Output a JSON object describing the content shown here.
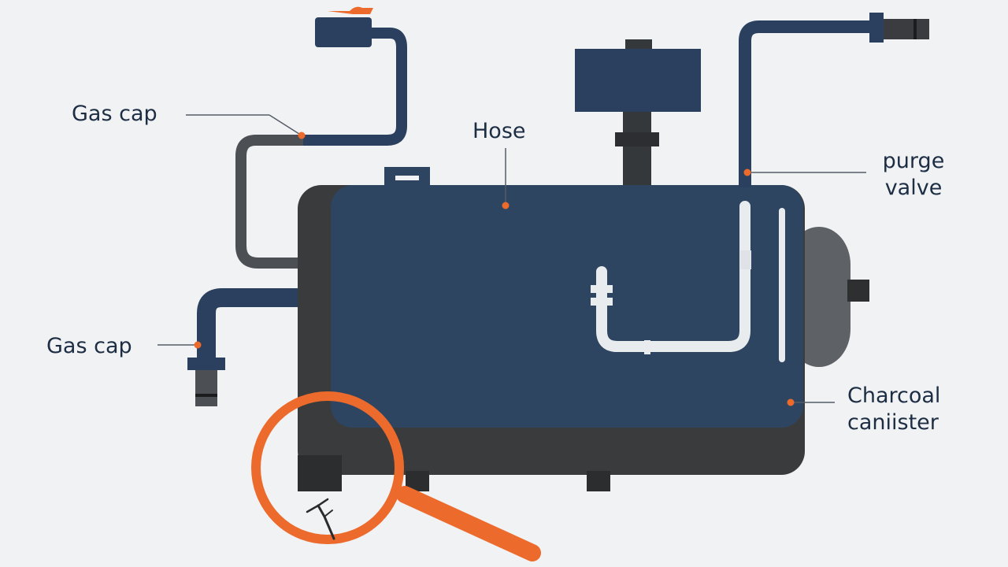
{
  "labels": {
    "gas_cap_top": "Gas cap",
    "gas_cap_left": "Gas cap",
    "hose": "Hose",
    "purge_valve_line1": "purge",
    "purge_valve_line2": "valve",
    "charcoal_line1": "Charcoal",
    "charcoal_line2": "caniister"
  },
  "colors": {
    "background": "#f1f2f3",
    "tank_navy": "#2e4562",
    "tank_shadow": "#3a3b3d",
    "pipe_navy": "#2b405e",
    "pipe_gray": "#4c4f53",
    "accent_orange": "#ec6a2c",
    "inner_pipe": "#e9ecef",
    "leader_line": "#555c66",
    "label_text": "#1d2d44"
  },
  "icons": {
    "magnifier": "magnifying-glass-icon",
    "crack": "crack-icon"
  }
}
